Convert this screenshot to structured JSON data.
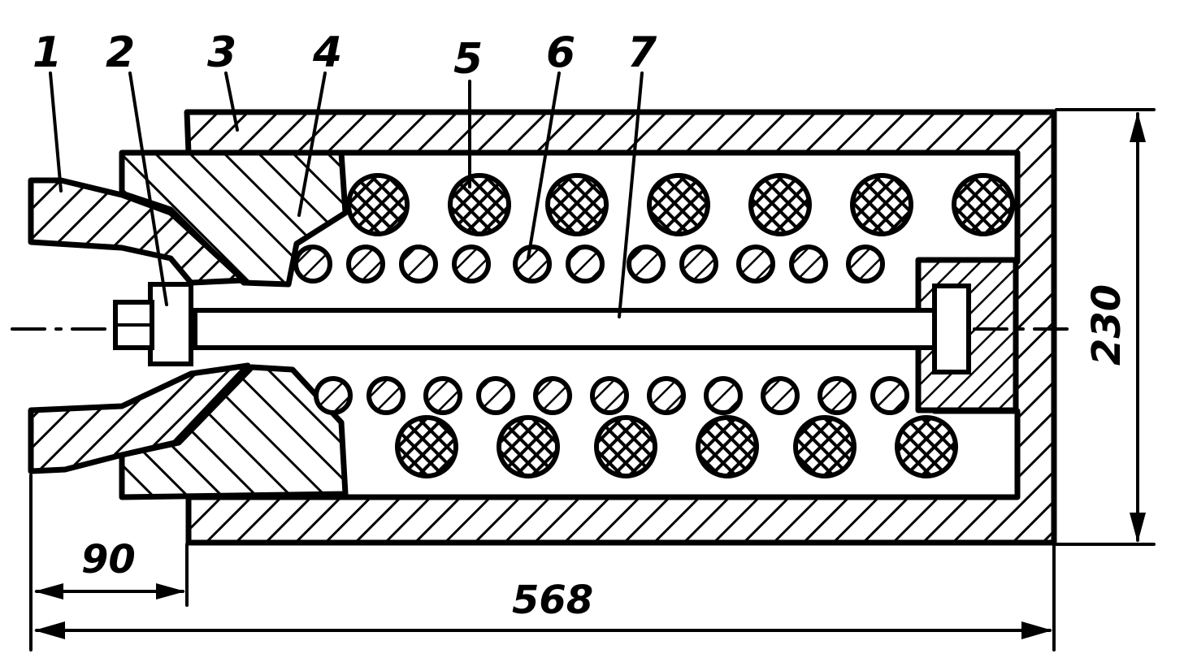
{
  "callouts": [
    "1",
    "2",
    "3",
    "4",
    "5",
    "6",
    "7"
  ],
  "dimensions": {
    "overall_length": "568",
    "coupler_length": "90",
    "height": "230"
  },
  "colors": {
    "ink": "#000000",
    "paper": "#ffffff"
  }
}
